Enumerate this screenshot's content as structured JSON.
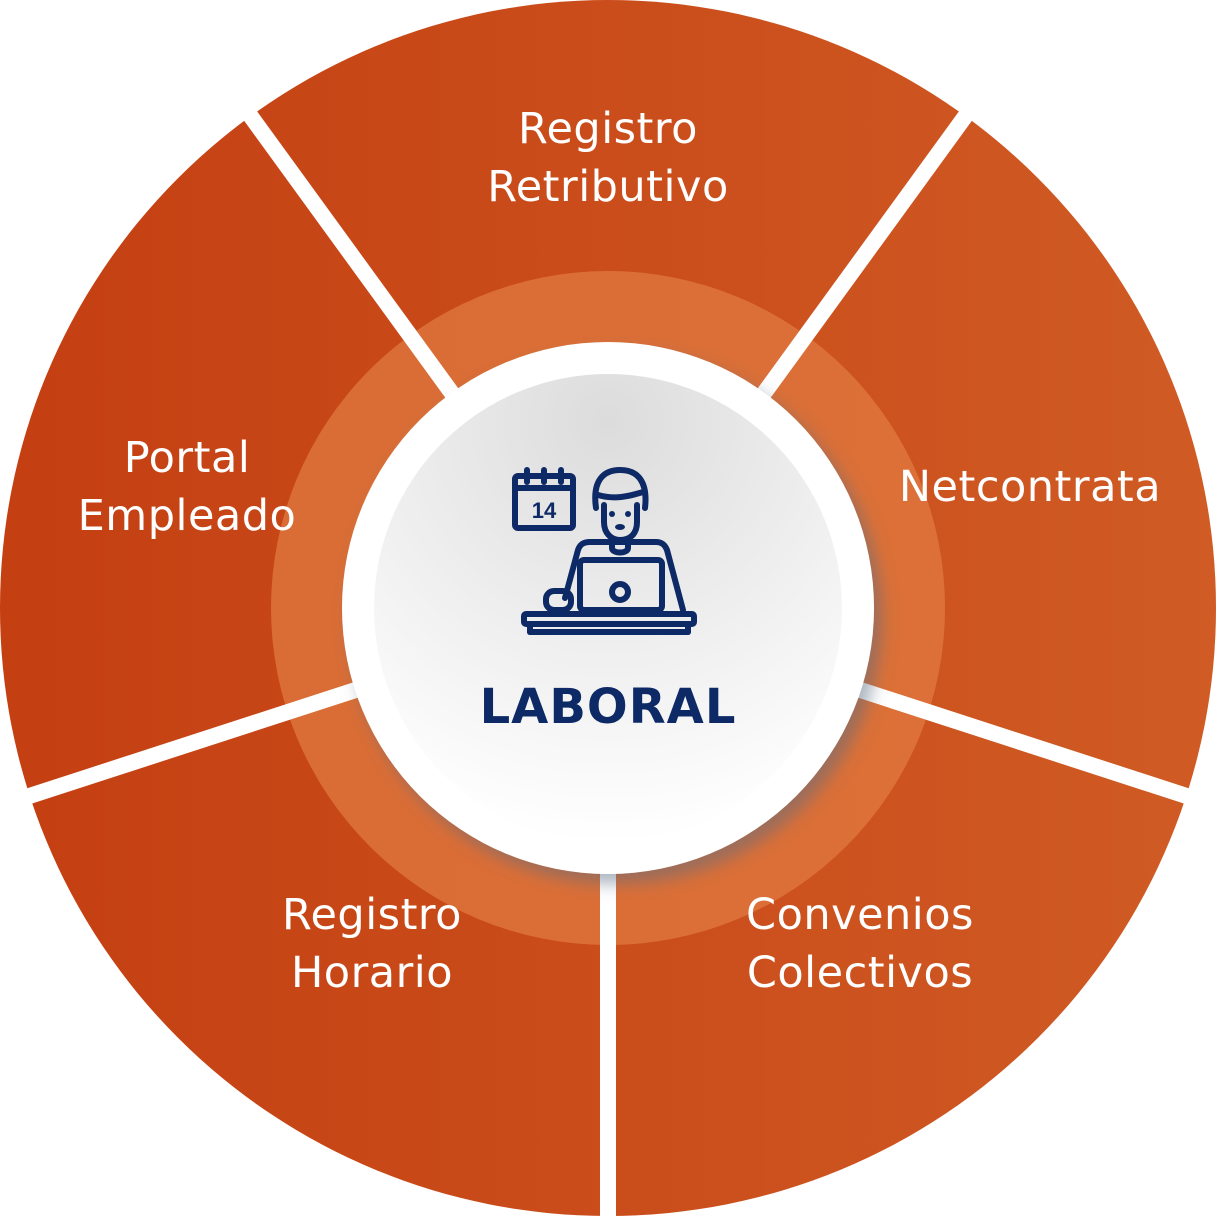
{
  "center": {
    "title": "LABORAL",
    "icon": "employee-at-laptop-with-calendar-icon",
    "calendar_day": "14"
  },
  "segments": [
    {
      "label_line1": "Registro",
      "label_line2": "Retributivo"
    },
    {
      "label_line1": "Netcontrata",
      "label_line2": ""
    },
    {
      "label_line1": "Convenios",
      "label_line2": "Colectivos"
    },
    {
      "label_line1": "Registro",
      "label_line2": "Horario"
    },
    {
      "label_line1": "Portal",
      "label_line2": "Empleado"
    }
  ],
  "colors": {
    "segment_dark": "#c43f12",
    "segment_light": "#d05b24",
    "ring": "#d86a32",
    "navy": "#0d2a66"
  }
}
